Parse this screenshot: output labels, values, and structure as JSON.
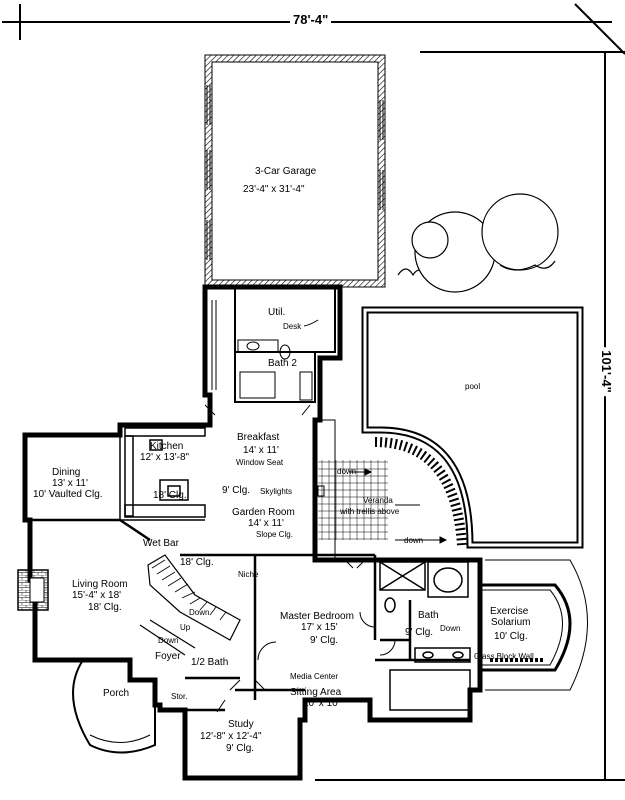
{
  "dimensions": {
    "overall_width": "78'-4\"",
    "overall_depth": "101'-4\""
  },
  "rooms": {
    "garage": {
      "name": "3-Car Garage",
      "size": "23'-4\" x 31'-4\""
    },
    "util": {
      "name": "Util.",
      "note": "Desk"
    },
    "bath2": {
      "name": "Bath 2"
    },
    "pool": {
      "name": "pool"
    },
    "breakfast": {
      "name": "Breakfast",
      "size": "14' x 11'",
      "note": "Window Seat"
    },
    "kitchen": {
      "name": "Kitchen",
      "size": "12' x 13'-8\"",
      "ceiling": "18' Clg."
    },
    "dining": {
      "name": "Dining",
      "size": "13' x 11'",
      "ceiling": "10' Vaulted Clg."
    },
    "hall": {
      "ceiling": "9' Clg.",
      "note": "Skylights"
    },
    "veranda": {
      "name": "Veranda",
      "note": "with trellis above"
    },
    "garden_room": {
      "name": "Garden Room",
      "size": "14' x 11'",
      "ceiling": "Slope Clg."
    },
    "wet_bar": {
      "name": "Wet Bar",
      "ceiling": "18' Clg."
    },
    "living": {
      "name": "Living Room",
      "size": "15'-4\" x 18'",
      "ceiling": "18' Clg."
    },
    "niche": {
      "name": "Niche"
    },
    "master": {
      "name": "Master Bedroom",
      "size": "17' x 15'",
      "ceiling": "9' Clg."
    },
    "master_bath": {
      "name": "Bath",
      "ceiling": "9' Clg."
    },
    "exercise": {
      "name": "Exercise",
      "name2": "Solarium",
      "ceiling": "10' Clg.",
      "note": "Glass Block Wall"
    },
    "foyer": {
      "name": "Foyer"
    },
    "half_bath": {
      "name": "1/2 Bath"
    },
    "porch": {
      "name": "Porch"
    },
    "storage": {
      "name": "Stor."
    },
    "sitting": {
      "name": "Sitting Area",
      "size": "10' x 10'",
      "note": "Media Center"
    },
    "study": {
      "name": "Study",
      "size": "12'-8\" x 12'-4\"",
      "ceiling": "9' Clg."
    }
  },
  "stairs": {
    "down1": "Down",
    "up": "Up",
    "down2": "Down"
  },
  "steps": {
    "down_veranda_1": "down",
    "down_veranda_2": "down",
    "down_exercise": "Down"
  }
}
